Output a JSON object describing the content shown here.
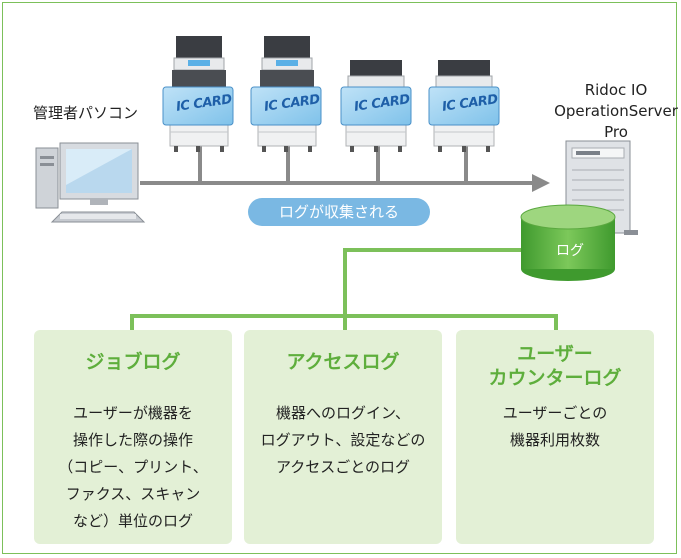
{
  "pc": {
    "label": "管理者パソコン"
  },
  "server": {
    "label_lines": [
      "Ridoc IO",
      "OperationServer",
      "Pro"
    ]
  },
  "collect_label": "ログが収集される",
  "log_db_label": "ログ",
  "ic_card_label": "IC CARD",
  "cards": [
    {
      "title_lines": [
        "ジョブログ"
      ],
      "body_lines": [
        "ユーザーが機器を",
        "操作した際の操作",
        "（コピー、プリント、",
        "ファクス、スキャン",
        "など）単位のログ"
      ]
    },
    {
      "title_lines": [
        "アクセスログ"
      ],
      "body_lines": [
        "機器へのログイン、",
        "ログアウト、設定などの",
        "アクセスごとのログ"
      ]
    },
    {
      "title_lines": [
        "ユーザー",
        "カウンターログ"
      ],
      "body_lines": [
        "ユーザーごとの",
        "機器利用枚数"
      ]
    }
  ],
  "colors": {
    "frame": "#7cc05a",
    "card_bg": "#e3f0d6",
    "accent_green": "#5eae3c",
    "pill_blue": "#7ab8e3",
    "network_gray": "#8a8a8a"
  }
}
